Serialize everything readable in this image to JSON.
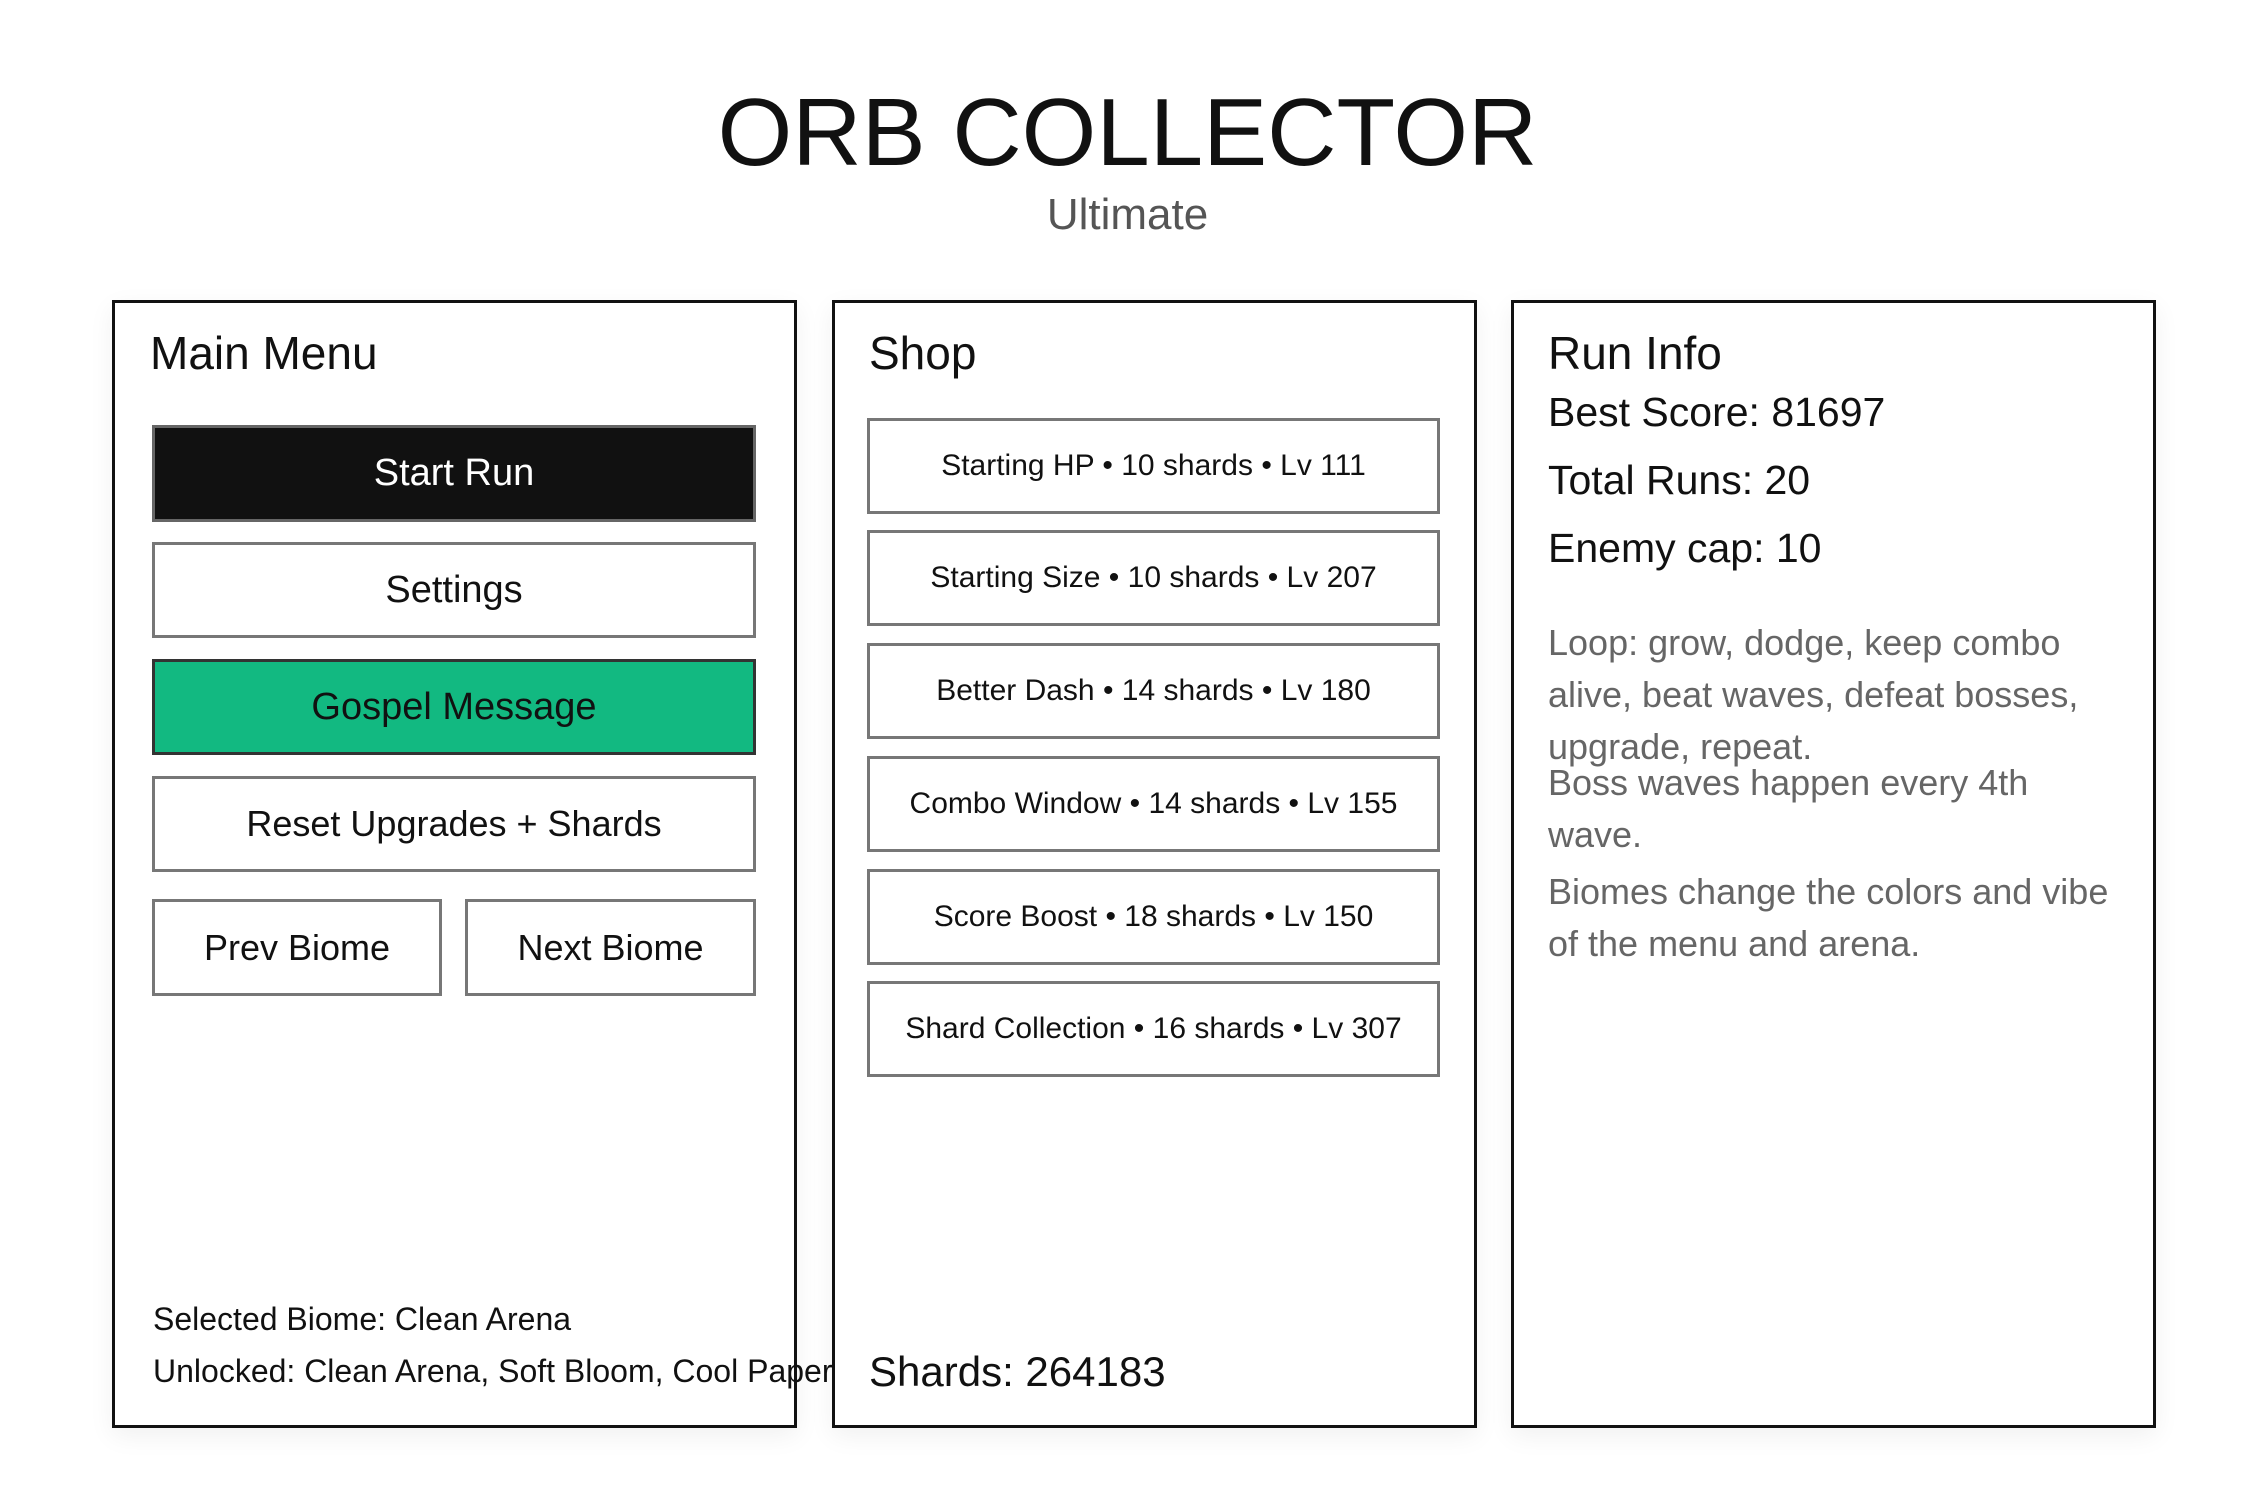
{
  "header": {
    "title": "ORB COLLECTOR",
    "subtitle": "Ultimate"
  },
  "main_menu": {
    "title": "Main Menu",
    "start_run": "Start Run",
    "settings": "Settings",
    "gospel": "Gospel Message",
    "reset": "Reset Upgrades + Shards",
    "prev_biome": "Prev Biome",
    "next_biome": "Next Biome",
    "selected_biome": "Selected Biome: Clean Arena",
    "unlocked": "Unlocked: Clean Arena, Soft Bloom, Cool Paper"
  },
  "shop": {
    "title": "Shop",
    "items": [
      {
        "label": "Starting HP • 10 shards • Lv 111"
      },
      {
        "label": "Starting Size • 10 shards • Lv 207"
      },
      {
        "label": "Better Dash • 14 shards • Lv 180"
      },
      {
        "label": "Combo Window • 14 shards • Lv 155"
      },
      {
        "label": "Score Boost • 18 shards • Lv 150"
      },
      {
        "label": "Shard Collection • 16 shards • Lv 307"
      }
    ],
    "shards": "Shards: 264183"
  },
  "run_info": {
    "title": "Run Info",
    "best_score": "Best Score: 81697",
    "total_runs": "Total Runs: 20",
    "enemy_cap": "Enemy cap: 10",
    "loop_text": "Loop: grow, dodge, keep combo alive, beat waves, defeat bosses, upgrade, repeat.",
    "boss_text": "Boss waves happen every 4th wave.",
    "biome_text": "Biomes change the colors and vibe of the menu and arena."
  },
  "colors": {
    "accent_green": "#12b981",
    "dark_button": "#111111"
  }
}
